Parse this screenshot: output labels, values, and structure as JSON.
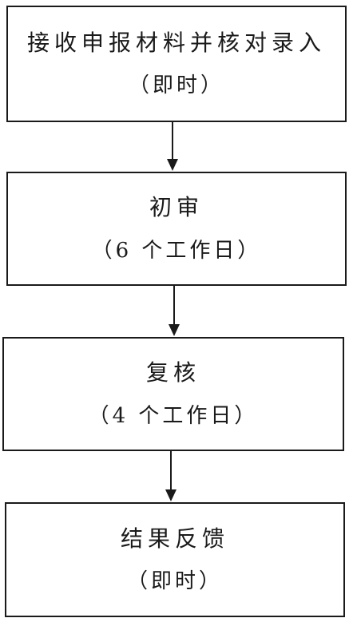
{
  "flowchart": {
    "steps": [
      {
        "title": "接收申报材料并核对录入",
        "subtitle": "（即时）"
      },
      {
        "title": "初审",
        "subtitle": "（6 个工作日）"
      },
      {
        "title": "复核",
        "subtitle": "（4 个工作日）"
      },
      {
        "title": "结果反馈",
        "subtitle": "（即时）"
      }
    ],
    "colors": {
      "stroke": "#1a1a1a",
      "background": "#ffffff"
    }
  }
}
